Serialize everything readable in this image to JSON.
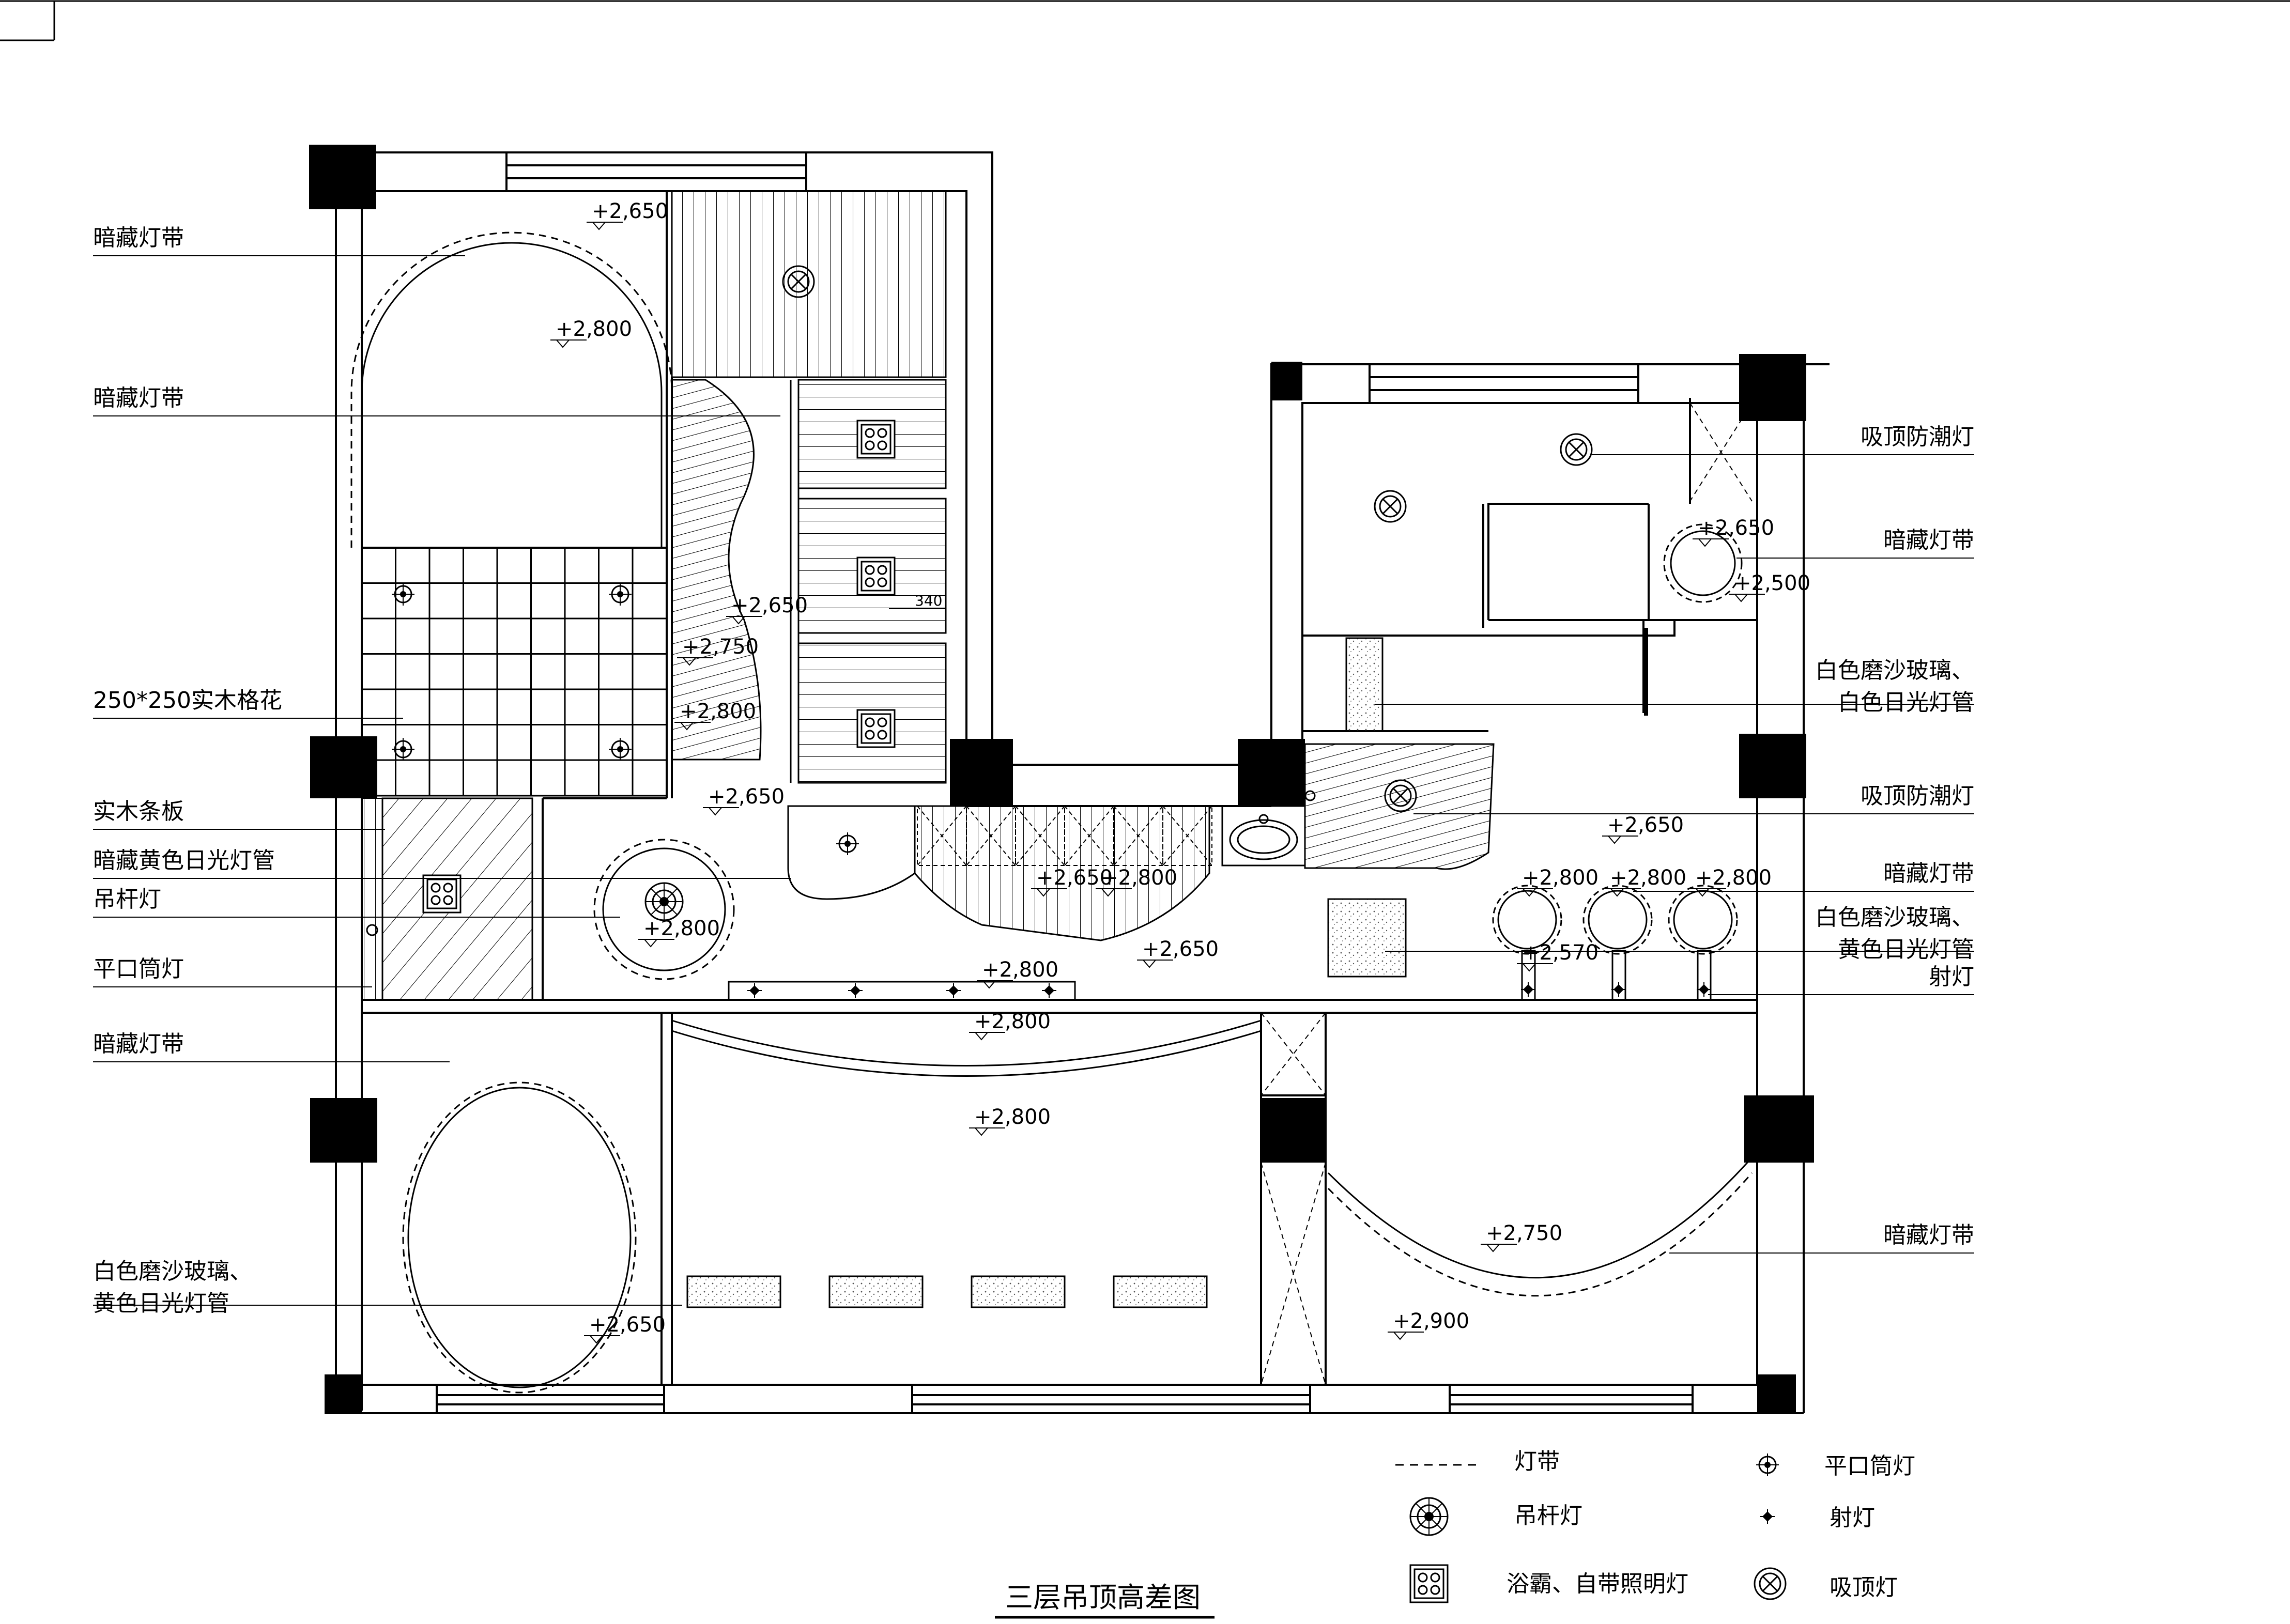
{
  "title": "三层吊顶高差图",
  "left_callouts": [
    "暗藏灯带",
    "暗藏灯带",
    "250*250实木格花",
    "实木条板",
    "暗藏黄色日光灯管",
    "吊杆灯",
    "平口筒灯",
    "暗藏灯带",
    [
      "白色磨沙玻璃、",
      "黄色日光灯管"
    ]
  ],
  "right_callouts": [
    "吸顶防潮灯",
    "暗藏灯带",
    [
      "白色磨沙玻璃、",
      "白色日光灯管"
    ],
    "吸顶防潮灯",
    "暗藏灯带",
    [
      "白色磨沙玻璃、",
      "黄色日光灯管"
    ],
    "射灯",
    "暗藏灯带"
  ],
  "elevations": [
    "+2,650",
    "+2,800",
    "+2,650",
    "+2,750",
    "+2,800",
    "+2,650",
    "+2,800",
    "+2,650",
    "+2,800",
    "+2,800",
    "+2,650",
    "+2,800",
    "+2,800",
    "+2,650",
    "+2,500",
    "+2,650",
    "+2,800",
    "+2,800",
    "+2,800",
    "+2,570",
    "+2,750",
    "+2,900",
    "+2,650"
  ],
  "dimension": "340",
  "legend": [
    {
      "symbol": "dashed-line",
      "label": "灯带"
    },
    {
      "symbol": "flush-downlight-icon",
      "label": "平口筒灯"
    },
    {
      "symbol": "pendant-light-icon",
      "label": "吊杆灯"
    },
    {
      "symbol": "spotlight-icon",
      "label": "射灯"
    },
    {
      "symbol": "bath-heater-icon",
      "label": "浴霸、自带照明灯"
    },
    {
      "symbol": "ceiling-light-icon",
      "label": "吸顶灯"
    }
  ]
}
